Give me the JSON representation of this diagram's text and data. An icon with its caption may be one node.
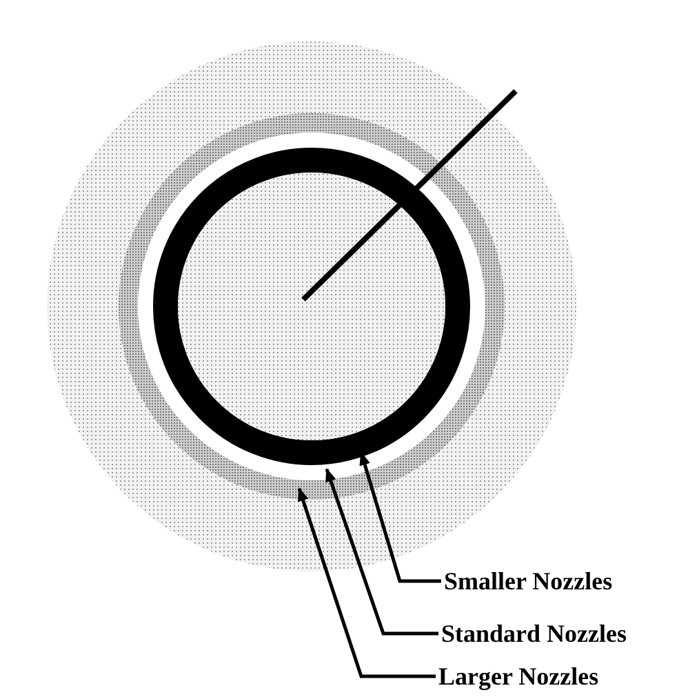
{
  "diagram": {
    "nodes": [
      {
        "text": [
          "Smaller Nozzles"
        ]
      },
      {
        "text": [
          "Standard Nozzles"
        ]
      },
      {
        "text": [
          "Larger Nozzles"
        ]
      }
    ],
    "edges": [
      {
        "from": 0,
        "to": null,
        "arrow": "to"
      },
      {
        "from": 1,
        "to": null,
        "arrow": "to"
      },
      {
        "from": 2,
        "to": null,
        "arrow": "to"
      }
    ]
  }
}
